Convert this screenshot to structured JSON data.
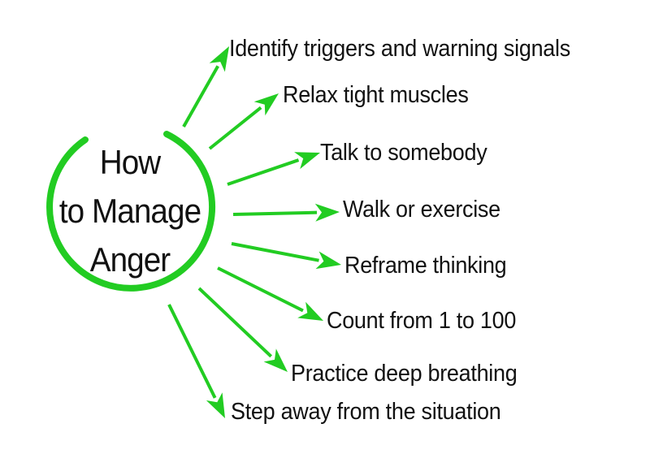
{
  "center": {
    "lines": [
      "How",
      "to Manage",
      "Anger"
    ]
  },
  "items": [
    {
      "label": "Identify triggers and warning signals"
    },
    {
      "label": "Relax tight muscles"
    },
    {
      "label": "Talk to somebody"
    },
    {
      "label": "Walk or exercise"
    },
    {
      "label": "Reframe thinking"
    },
    {
      "label": "Count from 1 to 100"
    },
    {
      "label": "Practice deep breathing"
    },
    {
      "label": "Step away from the situation"
    }
  ],
  "colors": {
    "arrow": "#22cc22",
    "circle": "#22cc22",
    "text": "#111111",
    "background": "#ffffff"
  }
}
